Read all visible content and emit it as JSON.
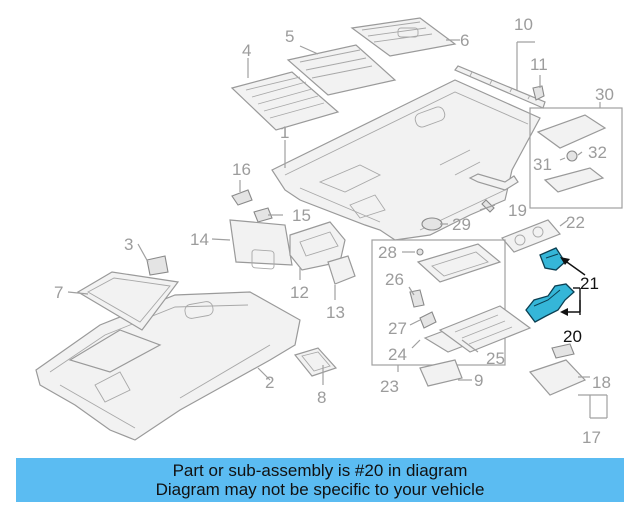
{
  "callouts": [
    {
      "id": "1",
      "text": "1"
    },
    {
      "id": "2",
      "text": "2"
    },
    {
      "id": "3",
      "text": "3"
    },
    {
      "id": "4",
      "text": "4"
    },
    {
      "id": "5",
      "text": "5"
    },
    {
      "id": "6",
      "text": "6"
    },
    {
      "id": "7",
      "text": "7"
    },
    {
      "id": "8",
      "text": "8"
    },
    {
      "id": "9",
      "text": "9"
    },
    {
      "id": "10",
      "text": "10"
    },
    {
      "id": "11",
      "text": "11"
    },
    {
      "id": "12",
      "text": "12"
    },
    {
      "id": "13",
      "text": "13"
    },
    {
      "id": "14",
      "text": "14"
    },
    {
      "id": "15",
      "text": "15"
    },
    {
      "id": "16",
      "text": "16"
    },
    {
      "id": "17",
      "text": "17"
    },
    {
      "id": "18",
      "text": "18"
    },
    {
      "id": "19",
      "text": "19"
    },
    {
      "id": "20",
      "text": "20"
    },
    {
      "id": "21",
      "text": "21"
    },
    {
      "id": "22",
      "text": "22"
    },
    {
      "id": "23",
      "text": "23"
    },
    {
      "id": "24",
      "text": "24"
    },
    {
      "id": "25",
      "text": "25"
    },
    {
      "id": "26",
      "text": "26"
    },
    {
      "id": "27",
      "text": "27"
    },
    {
      "id": "28",
      "text": "28"
    },
    {
      "id": "29",
      "text": "29"
    },
    {
      "id": "30",
      "text": "30"
    },
    {
      "id": "31",
      "text": "31"
    },
    {
      "id": "32",
      "text": "32"
    }
  ],
  "highlighted_callouts": [
    "20",
    "21"
  ],
  "colors": {
    "highlight_part": "#35b6d8",
    "banner_background": "#5bbcf2",
    "callout_text": "#9c9c9c",
    "highlight_text": "#111111"
  },
  "banner": {
    "line1": "Part or sub-assembly is #20 in diagram",
    "line2": "Diagram may not be specific to your vehicle"
  }
}
